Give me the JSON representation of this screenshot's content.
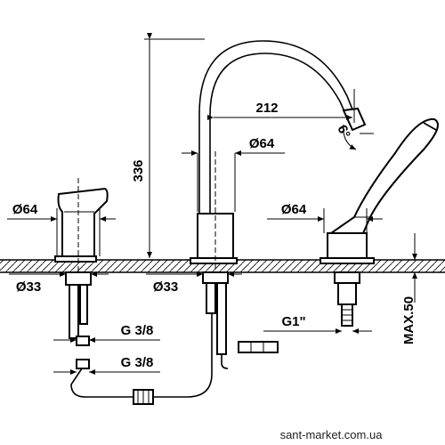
{
  "dimensions": {
    "height_336": "336",
    "reach_212": "212",
    "angle_6": "6°",
    "dia64_spout": "Ø64",
    "dia64_left": "Ø64",
    "dia64_right": "Ø64",
    "dia33_left": "Ø33",
    "dia33_center": "Ø33",
    "g38_upper": "G 3/8",
    "g38_lower": "G 3/8",
    "g1": "G1\"",
    "max50": "MAX.50"
  },
  "watermark": "sant-market.com.ua"
}
